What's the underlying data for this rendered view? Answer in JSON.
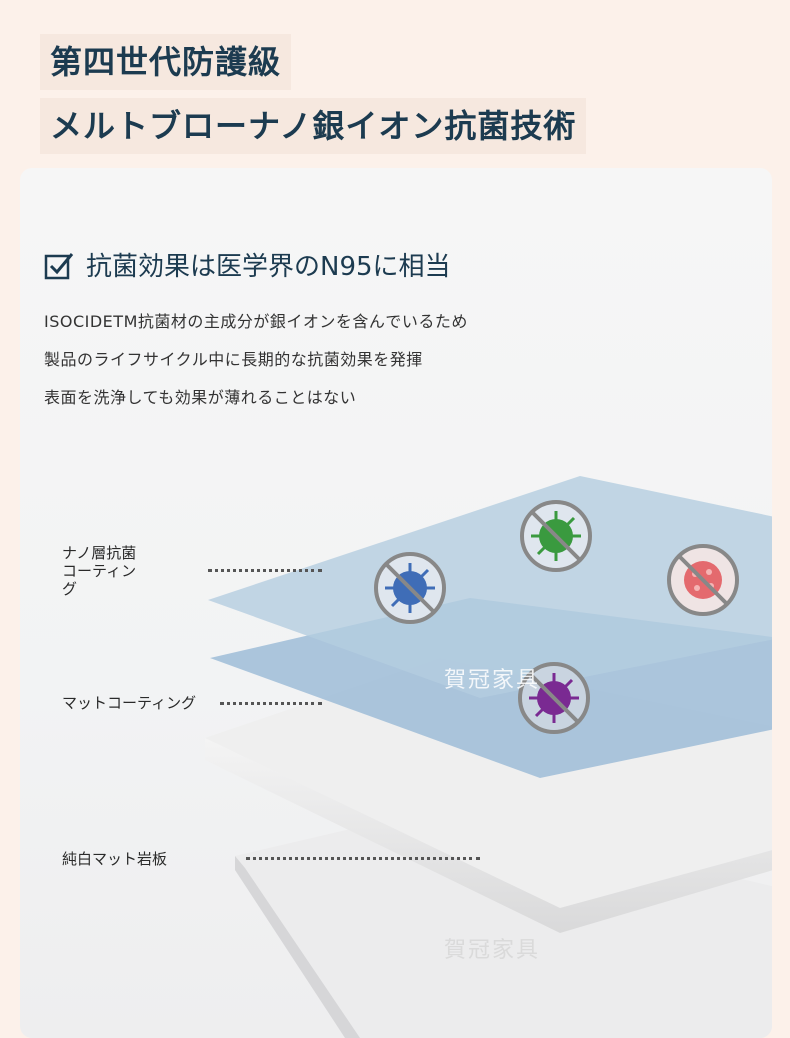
{
  "header": {
    "title_line1": "第四世代防護級",
    "title_line2": "メルトブローナノ銀イオン抗菌技術"
  },
  "feature": {
    "heading": "抗菌効果は医学界のN95に相当",
    "lines": [
      "ISOCIDETM抗菌材の主成分が銀イオンを含んでいるため",
      "製品のライフサイクル中に長期的な抗菌効果を発揮",
      "表面を洗浄しても効果が薄れることはない"
    ]
  },
  "layers": {
    "nano_coating_line1": "ナノ層抗菌",
    "nano_coating_line2": "コーティン",
    "nano_coating_line3": "グ",
    "matte_coating": "マットコーティング",
    "white_slab": "純白マット岩板"
  },
  "watermark": "賀冠家具",
  "icons": [
    "check-box-icon",
    "blue-virus-icon",
    "green-virus-icon",
    "red-virus-icon",
    "purple-virus-icon"
  ],
  "colors": {
    "title": "#1c3b50",
    "layer_top": "#b4cde0",
    "layer_mid": "#93b6d4",
    "slab": "#e9e9ea"
  }
}
